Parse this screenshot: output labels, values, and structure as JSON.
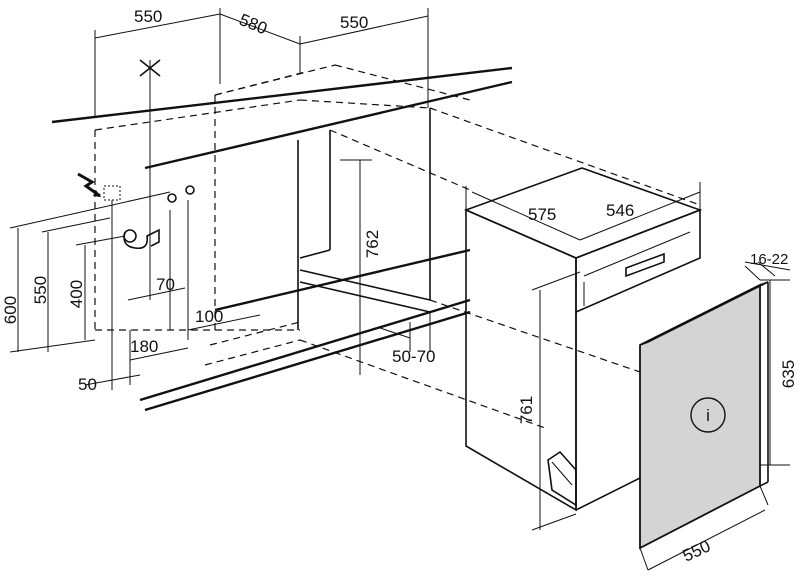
{
  "dimensions": {
    "top_left_width": "550",
    "top_depth": "580",
    "top_right_width": "550",
    "height_600": "600",
    "height_550": "550",
    "height_400": "400",
    "offset_70": "70",
    "offset_100": "100",
    "offset_180": "180",
    "offset_50": "50",
    "niche_height": "762",
    "plinth_depth": "50-70",
    "appliance_depth": "575",
    "appliance_width": "546",
    "appliance_height": "761",
    "panel_thickness": "16-22",
    "panel_height": "635",
    "panel_width": "550"
  },
  "panel_symbol": "i",
  "colors": {
    "line": "#111111",
    "panel_fill": "#d4d4d4",
    "background": "#ffffff"
  }
}
